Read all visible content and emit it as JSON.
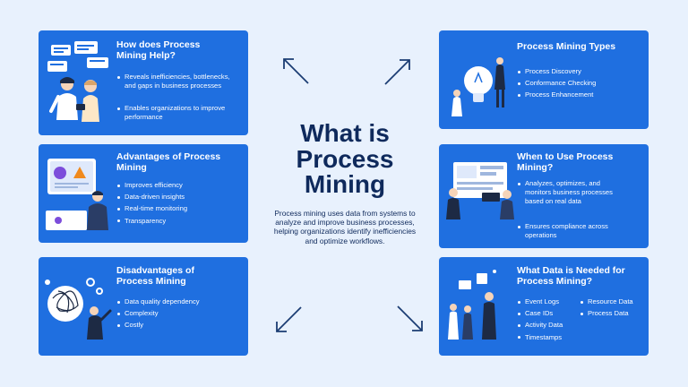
{
  "center": {
    "title_line1": "What is",
    "title_line2": "Process",
    "title_line3": "Mining",
    "description": "Process mining uses data from systems to analyze and improve business processes, helping organizations identify inefficiencies and optimize workflows."
  },
  "cards": {
    "how": {
      "title_line1": "How does Process",
      "title_line2": "Mining Help?",
      "items": [
        "Reveals inefficiencies, bottlenecks,",
        "and gaps in business processes",
        "Enables organizations to improve",
        "performance"
      ]
    },
    "advantages": {
      "title_line1": "Advantages of Process",
      "title_line2": "Mining",
      "items": [
        "Improves efficiency",
        "Data-driven insights",
        "Real-time monitoring",
        "Transparency"
      ]
    },
    "disadvantages": {
      "title_line1": "Disadvantages of",
      "title_line2": "Process Mining",
      "items": [
        "Data quality dependency",
        "Complexity",
        "Costly"
      ]
    },
    "types": {
      "title": "Process Mining Types",
      "items": [
        "Process Discovery",
        "Conformance Checking",
        "Process Enhancement"
      ]
    },
    "when": {
      "title_line1": "When to Use Process",
      "title_line2": "Mining?",
      "items": [
        "Analyzes, optimizes, and",
        "monitors business processes",
        "based on real data",
        "Ensures compliance across",
        "operations"
      ]
    },
    "data": {
      "title_line1": "What Data is Needed for",
      "title_line2": "Process Mining?",
      "items_left": [
        "Event Logs",
        "Case IDs",
        "Activity Data",
        "Timestamps"
      ],
      "items_right": [
        "Resource Data",
        "Process Data"
      ]
    }
  },
  "colors": {
    "background": "#e8f1fd",
    "card": "#1f6fe0",
    "title_text": "#0f2a5c",
    "arrow": "#1b3d73"
  },
  "icons": [
    "people-chat-illustration",
    "dashboard-illustration",
    "tangled-process-illustration",
    "lightbulb-team-illustration",
    "analytics-board-illustration",
    "data-team-illustration",
    "arrow-up-left-icon",
    "arrow-up-right-icon",
    "arrow-down-left-icon",
    "arrow-down-right-icon"
  ]
}
